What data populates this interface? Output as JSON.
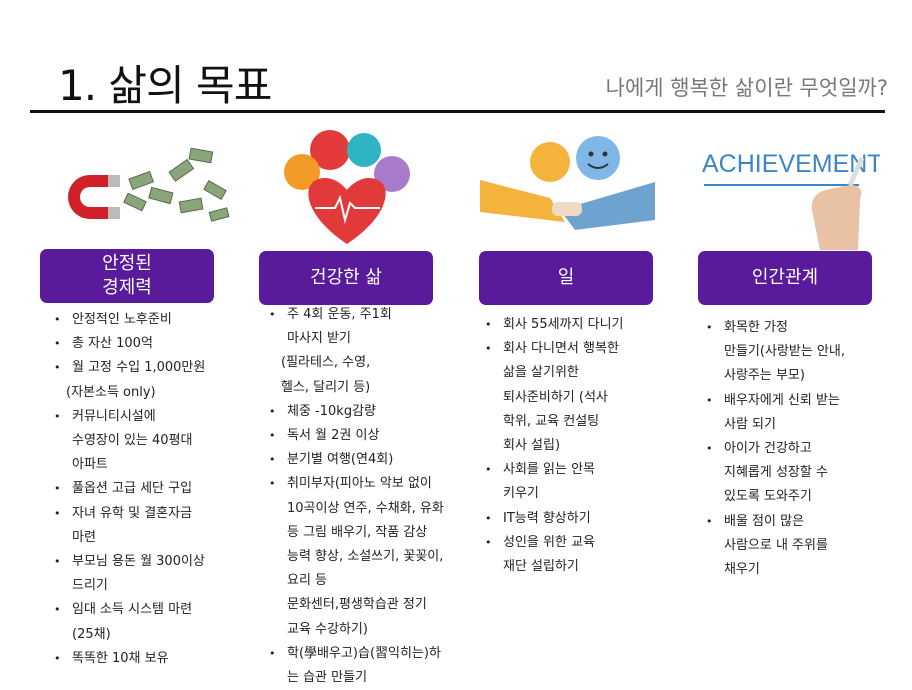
{
  "title": "1. 삶의 목표",
  "subtitle": "나에게 행복한 삶이란 무엇일까?",
  "accent_color": "#5a1a9c",
  "columns": [
    {
      "header": [
        "안정된",
        "경제력"
      ],
      "image_icon": "magnet-money-icon",
      "items": [
        {
          "lines": [
            "안정적인 노후준비"
          ]
        },
        {
          "lines": [
            "총 자산 100억"
          ]
        },
        {
          "lines": [
            "월 고정 수입 1,000만원",
            "(자본소득 only)"
          ]
        },
        {
          "lines": [
            "커뮤니티시설에",
            "수영장이 있는 40평대",
            "아파트"
          ]
        },
        {
          "lines": [
            "풀옵션 고급 세단 구입"
          ]
        },
        {
          "lines": [
            "자녀 유학 및 결혼자금",
            "마련"
          ]
        },
        {
          "lines": [
            "부모님 용돈 월 300이상",
            "드리기"
          ]
        },
        {
          "lines": [
            "임대 소득 시스템 마련",
            "(25채)"
          ]
        },
        {
          "lines": [
            "똑똑한 10채 보유"
          ]
        }
      ]
    },
    {
      "header": [
        "건강한 삶"
      ],
      "image_icon": "health-heart-icon",
      "items": [
        {
          "lines": [
            "주 4회 운동, 주1회",
            "마사지 받기",
            "(필라테스, 수영,",
            "헬스, 달리기 등)"
          ]
        },
        {
          "lines": [
            "체중 -10kg감량"
          ]
        },
        {
          "lines": [
            "독서 월 2권 이상"
          ]
        },
        {
          "lines": [
            "분기별 여행(연4회)"
          ]
        },
        {
          "lines": [
            "취미부자(피아노 악보 없이",
            "10곡이상 연주, 수채화, 유화",
            "등 그림 배우기, 작품 감상",
            "능력 향상, 소설쓰기, 꽃꽂이,",
            "요리 등",
            "문화센터,평생학습관 정기",
            "교육 수강하기)"
          ]
        },
        {
          "lines": [
            "학(學배우고)습(習익히는)하",
            "는 습관 만들기"
          ]
        }
      ]
    },
    {
      "header": [
        "일"
      ],
      "image_icon": "handshake-idea-icon",
      "items": [
        {
          "lines": [
            "회사 55세까지 다니기"
          ]
        },
        {
          "lines": [
            "회사 다니면서 행복한",
            "삶을 살기위한",
            "퇴사준비하기 (석사",
            "학위, 교육 컨설팅",
            "회사 설립)"
          ]
        },
        {
          "lines": [
            "사회를 읽는 안목",
            "키우기"
          ]
        },
        {
          "lines": [
            "IT능력 향상하기"
          ]
        },
        {
          "lines": [
            "성인을 위한 교육",
            "재단 설립하기"
          ]
        }
      ]
    },
    {
      "header": [
        "인간관계"
      ],
      "image_icon": "achievement-hand-icon",
      "image_text": "ACHIEVEMENT",
      "items": [
        {
          "lines": [
            "화목한 가정",
            "만들기(사랑받는 안내,",
            "사랑주는 부모)"
          ]
        },
        {
          "lines": [
            "배우자에게 신뢰 받는",
            "사람 되기"
          ]
        },
        {
          "lines": [
            "아이가 건강하고",
            "지혜롭게 성장할 수",
            "있도록 도와주기"
          ]
        },
        {
          "lines": [
            "배울 점이 많은",
            "사람으로 내 주위를",
            "채우기"
          ]
        }
      ]
    }
  ]
}
